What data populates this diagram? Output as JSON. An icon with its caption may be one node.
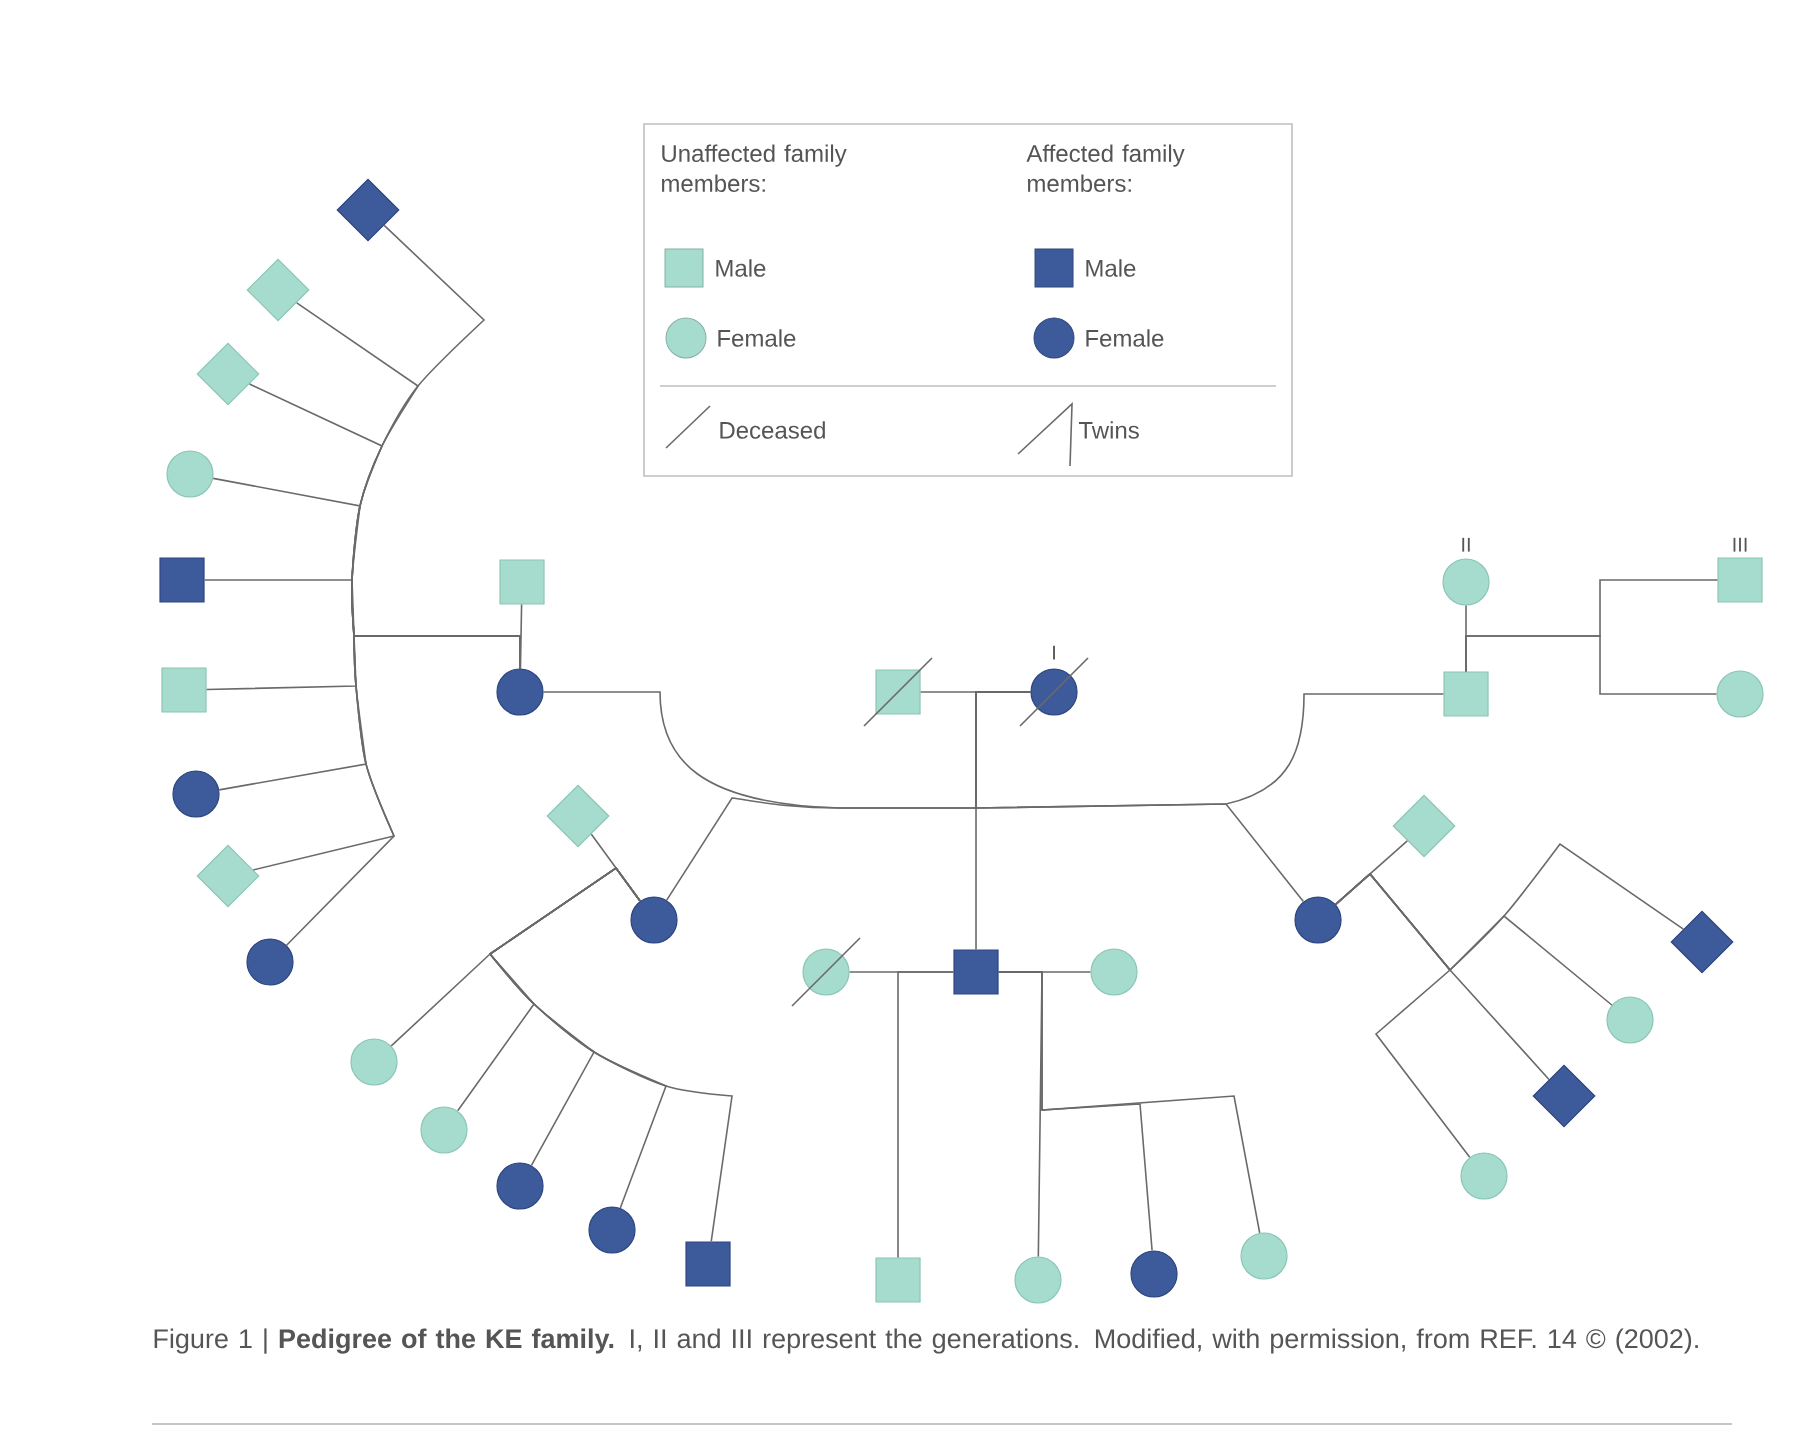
{
  "diagram": {
    "caption": "Figure 1 | **Pedigree of the KE family.** I, II and III represent the generations. Modified, with permission, from REF. 14 © (2002).",
    "nodes": [
      {
        "text": [],
        "shape": "diamond"
      },
      {
        "text": [],
        "shape": "diamond"
      },
      {
        "text": [],
        "shape": "diamond"
      },
      {
        "text": [],
        "shape": "circle"
      },
      {
        "text": [],
        "shape": "box"
      },
      {
        "text": [],
        "shape": "box"
      },
      {
        "text": [],
        "shape": "circle"
      },
      {
        "text": [],
        "shape": "box"
      },
      {
        "text": [],
        "shape": "box"
      },
      {
        "text": [],
        "shape": "circle"
      },
      {
        "text": [],
        "shape": "box"
      },
      {
        "text": [],
        "shape": "circle"
      },
      {
        "text": [],
        "shape": "box"
      },
      {
        "text": [],
        "shape": "circle"
      },
      {
        "text": [],
        "shape": "circle"
      },
      {
        "text": [],
        "shape": "diamond"
      },
      {
        "text": [],
        "shape": "diamond"
      },
      {
        "text": [],
        "shape": "diamond"
      },
      {
        "text": [],
        "shape": "circle"
      },
      {
        "text": [],
        "shape": "circle"
      },
      {
        "text": [],
        "shape": "diamond"
      },
      {
        "text": [],
        "shape": "circle"
      },
      {
        "text": [],
        "shape": "circle"
      },
      {
        "text": [],
        "shape": "box"
      },
      {
        "text": [],
        "shape": "circle"
      },
      {
        "text": [],
        "shape": "circle"
      },
      {
        "text": [],
        "shape": "circle"
      },
      {
        "text": [],
        "shape": "diamond"
      },
      {
        "text": [],
        "shape": "circle"
      },
      {
        "text": [],
        "shape": "circle"
      },
      {
        "text": [],
        "shape": "circle"
      },
      {
        "text": [],
        "shape": "circle"
      },
      {
        "text": [],
        "shape": "circle"
      },
      {
        "text": [],
        "shape": "box"
      },
      {
        "text": [],
        "shape": "circle"
      },
      {
        "text": [],
        "shape": "box"
      },
      {
        "text": [],
        "shape": "circle"
      }
    ],
    "edges": [
      {
        "from": 10,
        "to": 11,
        "arrow": "none"
      },
      {
        "from": 11,
        "to": 9,
        "arrow": "none"
      },
      {
        "from": 11,
        "to": 18,
        "arrow": "none"
      },
      {
        "from": 11,
        "to": 23,
        "arrow": "none"
      },
      {
        "from": 11,
        "to": 19,
        "arrow": "none"
      },
      {
        "from": 11,
        "to": 12,
        "arrow": "none"
      },
      {
        "from": 5,
        "to": 9,
        "arrow": "none"
      },
      {
        "from": 9,
        "to": 0,
        "arrow": "none"
      },
      {
        "from": 9,
        "to": 1,
        "arrow": "none"
      },
      {
        "from": 9,
        "to": 2,
        "arrow": "none"
      },
      {
        "from": 9,
        "to": 3,
        "arrow": "none"
      },
      {
        "from": 9,
        "to": 4,
        "arrow": "none"
      },
      {
        "from": 9,
        "to": 8,
        "arrow": "none"
      },
      {
        "from": 9,
        "to": 14,
        "arrow": "none"
      },
      {
        "from": 9,
        "to": 17,
        "arrow": "none"
      },
      {
        "from": 9,
        "to": 21,
        "arrow": "none"
      },
      {
        "from": 15,
        "to": 18,
        "arrow": "none"
      },
      {
        "from": 18,
        "to": 26,
        "arrow": "none"
      },
      {
        "from": 18,
        "to": 28,
        "arrow": "none"
      },
      {
        "from": 18,
        "to": 30,
        "arrow": "none"
      },
      {
        "from": 18,
        "to": 31,
        "arrow": "none"
      },
      {
        "from": 18,
        "to": 33,
        "arrow": "none"
      },
      {
        "from": 22,
        "to": 23,
        "arrow": "none"
      },
      {
        "from": 23,
        "to": 24,
        "arrow": "none"
      },
      {
        "from": 23,
        "to": 35,
        "arrow": "none"
      },
      {
        "from": 23,
        "to": 36,
        "arrow": "none"
      },
      {
        "from": 23,
        "to": 34,
        "arrow": "none"
      },
      {
        "from": 23,
        "to": 32,
        "arrow": "none"
      },
      {
        "from": 16,
        "to": 19,
        "arrow": "none"
      },
      {
        "from": 19,
        "to": 29,
        "arrow": "none"
      },
      {
        "from": 19,
        "to": 27,
        "arrow": "none"
      },
      {
        "from": 19,
        "to": 25,
        "arrow": "none"
      },
      {
        "from": 19,
        "to": 20,
        "arrow": "none"
      },
      {
        "from": 6,
        "to": 12,
        "arrow": "none"
      },
      {
        "from": 12,
        "to": 7,
        "arrow": "none"
      },
      {
        "from": 12,
        "to": 13,
        "arrow": "none"
      }
    ],
    "labels": [
      "Unaffected family members:",
      "Affected family members:",
      "II",
      "III",
      "I"
    ],
    "legend": [
      {
        "text": "Male",
        "color": "#a6dccd"
      },
      {
        "text": "Female",
        "color": "#a6dccd"
      },
      {
        "text": "Male",
        "color": "#3d5a9a"
      },
      {
        "text": "Female",
        "color": "#3d5a9a"
      },
      {
        "text": "Deceased"
      },
      {
        "text": "Twins"
      }
    ]
  }
}
